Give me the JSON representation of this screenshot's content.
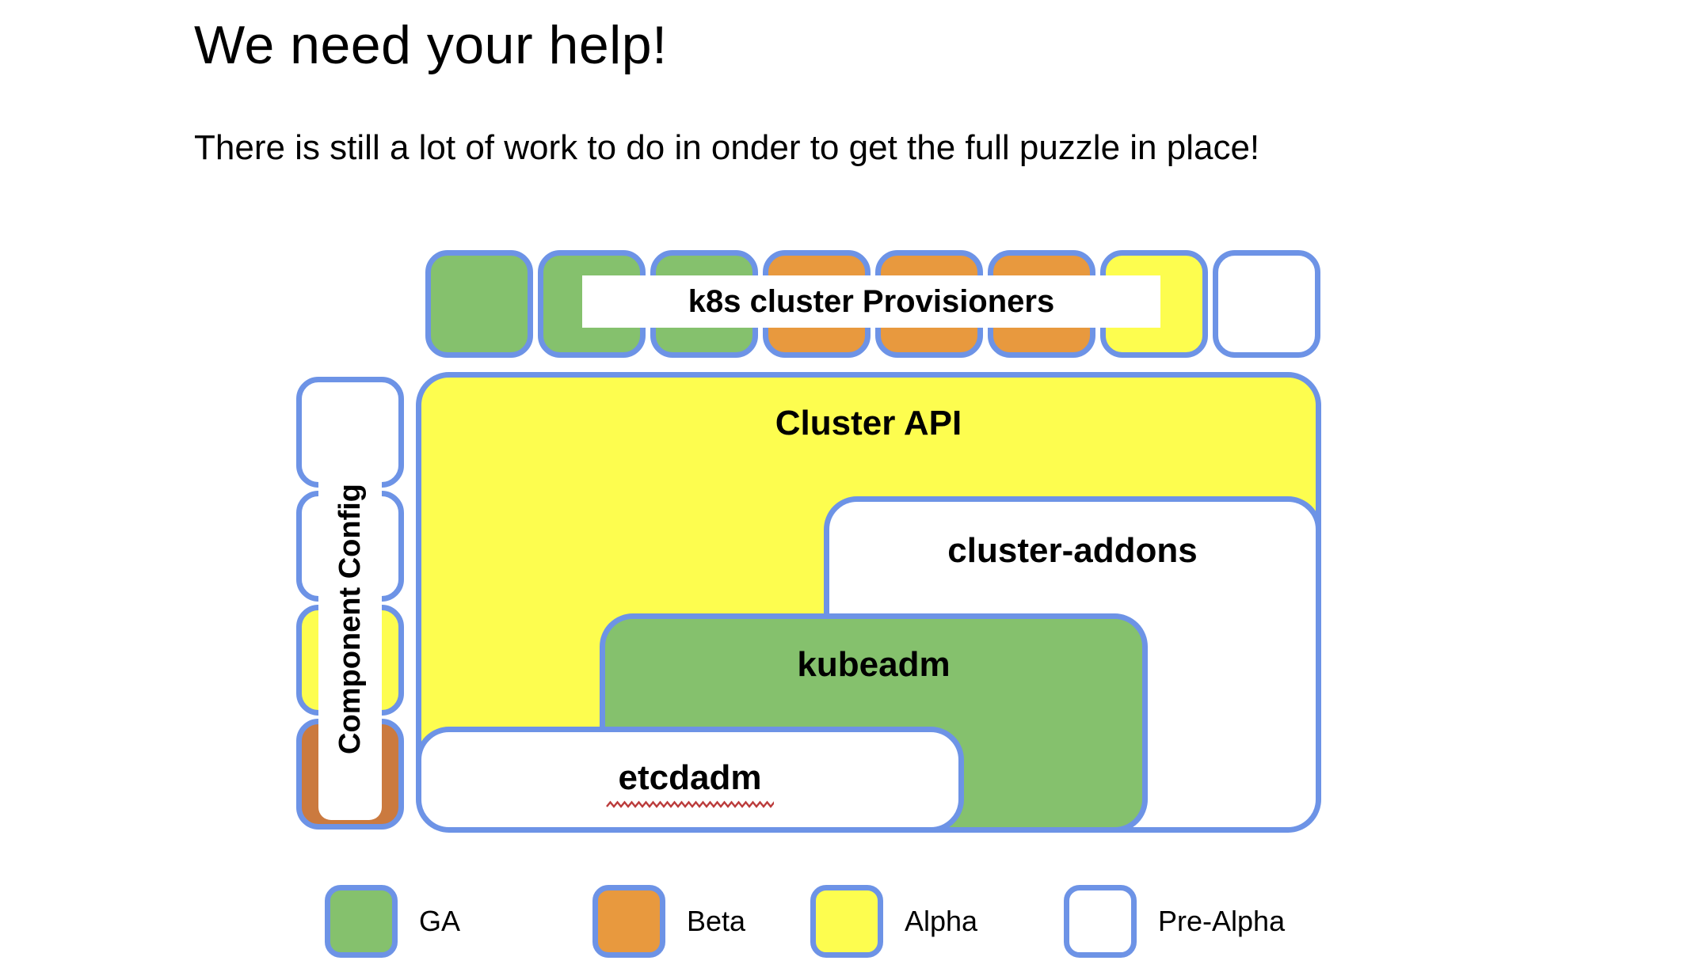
{
  "slide": {
    "title": "We need your help!",
    "subtitle": "There is still a lot of work to do in onder to get the full puzzle in place!"
  },
  "colors": {
    "ga_green": "#85c16d",
    "beta_orange": "#e8993e",
    "beta_orange_dark": "#cb7a3f",
    "alpha_yellow": "#fdfd4f",
    "pre_alpha_white": "#ffffff",
    "border_blue": "#6d93e6",
    "squiggle_red": "#bb3b3b"
  },
  "provisioners": {
    "label": "k8s cluster Provisioners",
    "squares": [
      "ga",
      "ga",
      "ga",
      "beta",
      "beta",
      "beta",
      "alpha",
      "pre-alpha"
    ]
  },
  "component_config": {
    "label": "Component Config",
    "squares": [
      "pre-alpha",
      "pre-alpha",
      "alpha",
      "beta-dark"
    ]
  },
  "boxes": {
    "cluster_api": {
      "label": "Cluster API",
      "status": "alpha"
    },
    "cluster_addons": {
      "label": "cluster-addons",
      "status": "pre-alpha"
    },
    "kubeadm": {
      "label": "kubeadm",
      "status": "ga"
    },
    "etcdadm": {
      "label": "etcdadm",
      "status": "pre-alpha",
      "spellcheck_underline": true
    }
  },
  "legend": {
    "items": [
      {
        "label": "GA",
        "status": "ga"
      },
      {
        "label": "Beta",
        "status": "beta"
      },
      {
        "label": "Alpha",
        "status": "alpha"
      },
      {
        "label": "Pre-Alpha",
        "status": "pre-alpha"
      }
    ]
  }
}
